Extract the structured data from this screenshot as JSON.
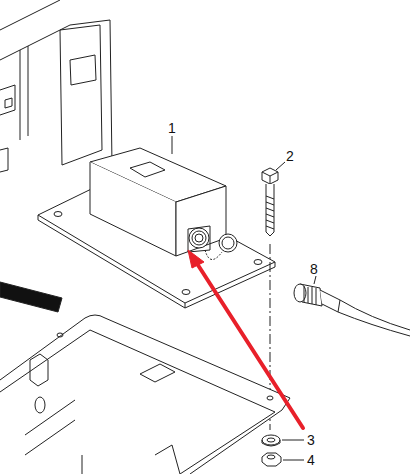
{
  "diagram": {
    "labels": [
      "1",
      "2",
      "3",
      "4",
      "8"
    ]
  }
}
